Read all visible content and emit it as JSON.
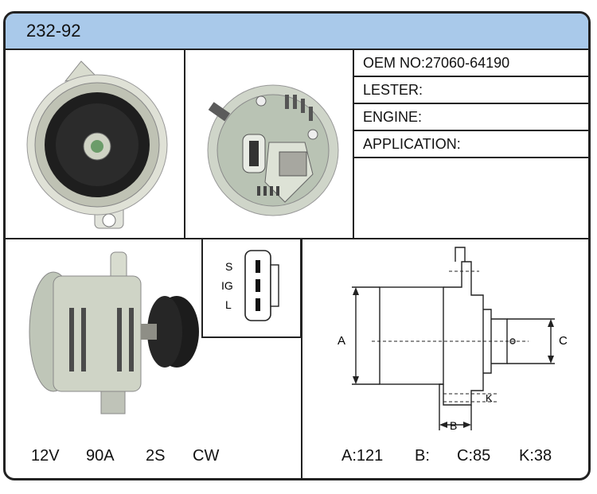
{
  "header": {
    "title": "232-92"
  },
  "info": {
    "oem_label": "OEM NO:",
    "oem_value": "27060-64190",
    "lester_label": "LESTER:",
    "engine_label": "ENGINE:",
    "application_label": "APPLICATION:"
  },
  "connector": {
    "pins": [
      "S",
      "IG",
      "L"
    ]
  },
  "specs": {
    "voltage": "12V",
    "amperage": "90A",
    "groove": "2S",
    "rotation": "CW"
  },
  "dimensions": {
    "labels": {
      "a": "A",
      "b": "B",
      "c": "C",
      "k": "K"
    },
    "a": "A:121",
    "b": "B:",
    "c": "C:85",
    "k": "K:38"
  }
}
